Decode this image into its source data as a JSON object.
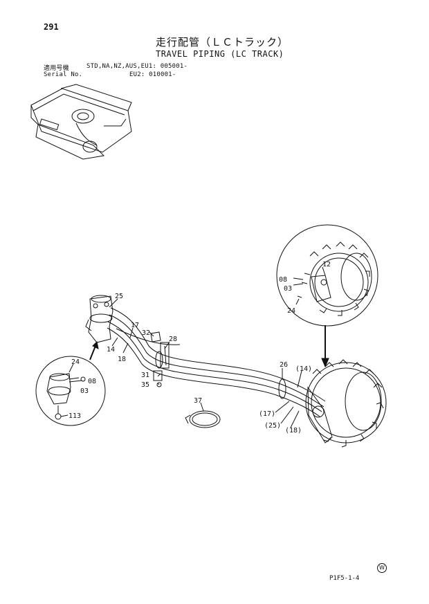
{
  "page": {
    "number": "291",
    "title_jp": "走行配管（ＬＣトラック）",
    "title_en": "TRAVEL PIPING (LC TRACK)",
    "serial_label_jp": "適用号機",
    "serial_codes_eu1": "STD,NA,NZ,AUS,EU1: 005001-",
    "serial_label_en": "Serial No.",
    "serial_codes_eu2": "EU2: 010001-",
    "figure_code": "P1F5-1-4",
    "corner_mark": "W"
  },
  "callouts": {
    "c25": "25",
    "c17": "17",
    "c14": "14",
    "c18": "18",
    "c32": "32",
    "c28": "28",
    "c31": "31",
    "c35": "35",
    "c26": "26",
    "c14p": "(14)",
    "c17p": "(17)",
    "c25p": "(25)",
    "c18p": "(18)",
    "c37": "37",
    "l24": "24",
    "l08": "08",
    "l03": "03",
    "l113": "113",
    "r12": "12",
    "r08": "08",
    "r03": "03",
    "r24": "24"
  }
}
